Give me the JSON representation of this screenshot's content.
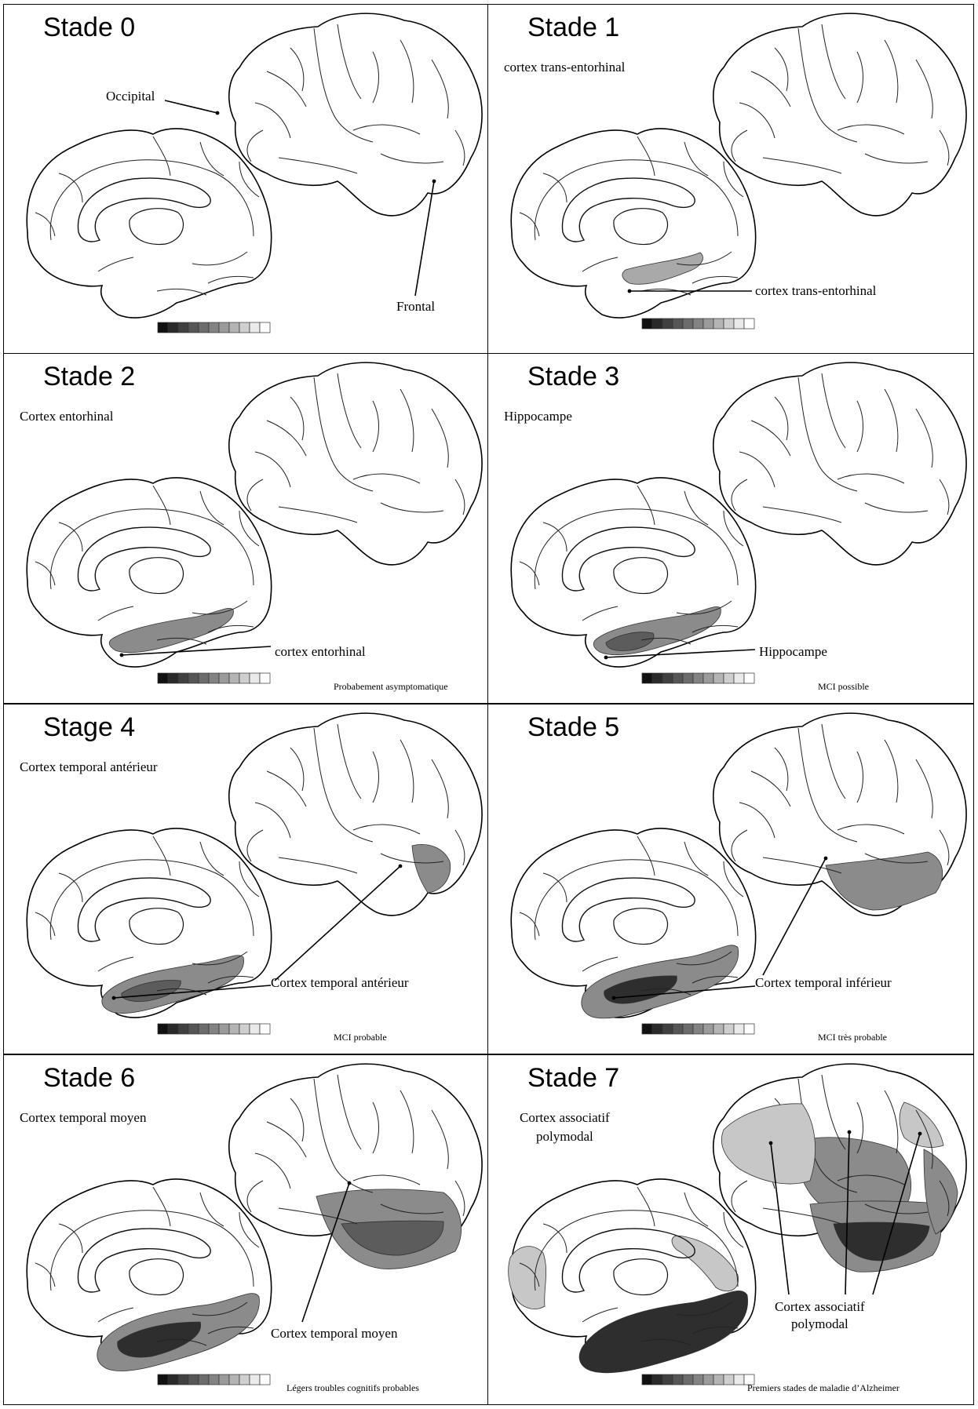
{
  "palette": {
    "fill_light": "#c7c7c7",
    "fill_mid": "#a9a9a9",
    "fill_med": "#8b8b8b",
    "fill_dark": "#5c5c5c",
    "fill_darkest": "#2e2e2e",
    "outline": "#000000",
    "gray_scale": [
      "#111111",
      "#2a2a2a",
      "#404040",
      "#565656",
      "#6c6c6c",
      "#838383",
      "#9b9b9b",
      "#b4b4b4",
      "#cfcfcf",
      "#eaeaea",
      "#ffffff"
    ]
  },
  "panels": [
    {
      "stage_title": "Stade 0",
      "region_title": "",
      "annotations": [
        "Occipital",
        "Frontal"
      ],
      "diagnosis": ""
    },
    {
      "stage_title": "Stade 1",
      "region_title": "cortex trans-entorhinal",
      "annotations": [
        "cortex trans-entorhinal"
      ],
      "diagnosis": ""
    },
    {
      "stage_title": "Stade 2",
      "region_title": "Cortex entorhinal",
      "annotations": [
        "cortex entorhinal"
      ],
      "diagnosis": "Probabement asymptomatique"
    },
    {
      "stage_title": "Stade 3",
      "region_title": "Hippocampe",
      "annotations": [
        "Hippocampe"
      ],
      "diagnosis": "MCI possible"
    },
    {
      "stage_title": "Stage 4",
      "region_title": "Cortex temporal antérieur",
      "annotations": [
        "Cortex temporal antérieur"
      ],
      "diagnosis": "MCI probable"
    },
    {
      "stage_title": "Stade 5",
      "region_title": "",
      "annotations": [
        "Cortex temporal inférieur"
      ],
      "diagnosis": "MCI très probable"
    },
    {
      "stage_title": "Stade 6",
      "region_title": "Cortex temporal moyen",
      "annotations": [
        "Cortex temporal moyen"
      ],
      "diagnosis": "Légers troubles cognitifs probables"
    },
    {
      "stage_title": "Stade 7",
      "region_title": "Cortex associatif\npolymodal",
      "annotations": [
        "Cortex associatif\npolymodal"
      ],
      "diagnosis": "Premiers stades de maladie d’Alzheimer"
    }
  ]
}
